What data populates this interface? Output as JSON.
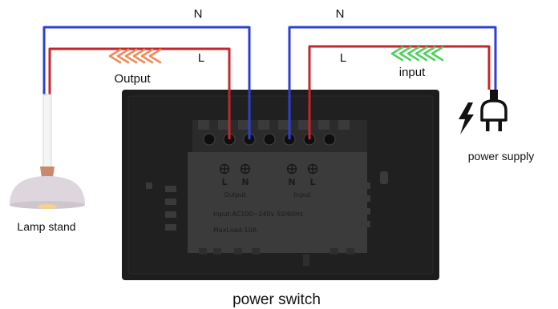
{
  "colors": {
    "neutral_wire": "#2f3fd0",
    "live_wire": "#c6262b",
    "output_arrows": "#f08a55",
    "input_arrows": "#4fd05e",
    "switch_body": "#1d1d1d",
    "terminal_block": "#363636",
    "label_plate": "#3d3d3d",
    "lamp_shade": "#ddd6dc",
    "lamp_cap": "#c88a6a"
  },
  "icons": [
    "lightning-icon",
    "plug-icon",
    "lamp-icon"
  ],
  "labels": {
    "n_left": "N",
    "n_right": "N",
    "l_left": "L",
    "l_right": "L",
    "output": "Output",
    "input": "input",
    "lamp": "Lamp stand",
    "power_supply": "power supply",
    "power_switch": "power switch"
  },
  "plate": {
    "term_l_left": "L",
    "term_n_left": "N",
    "term_n_right": "N",
    "term_l_right": "L",
    "output": "Output",
    "input": "Input",
    "spec_input": "Input:AC100~240v  50/60Hz",
    "spec_maxload": "MaxLoad:10A"
  }
}
